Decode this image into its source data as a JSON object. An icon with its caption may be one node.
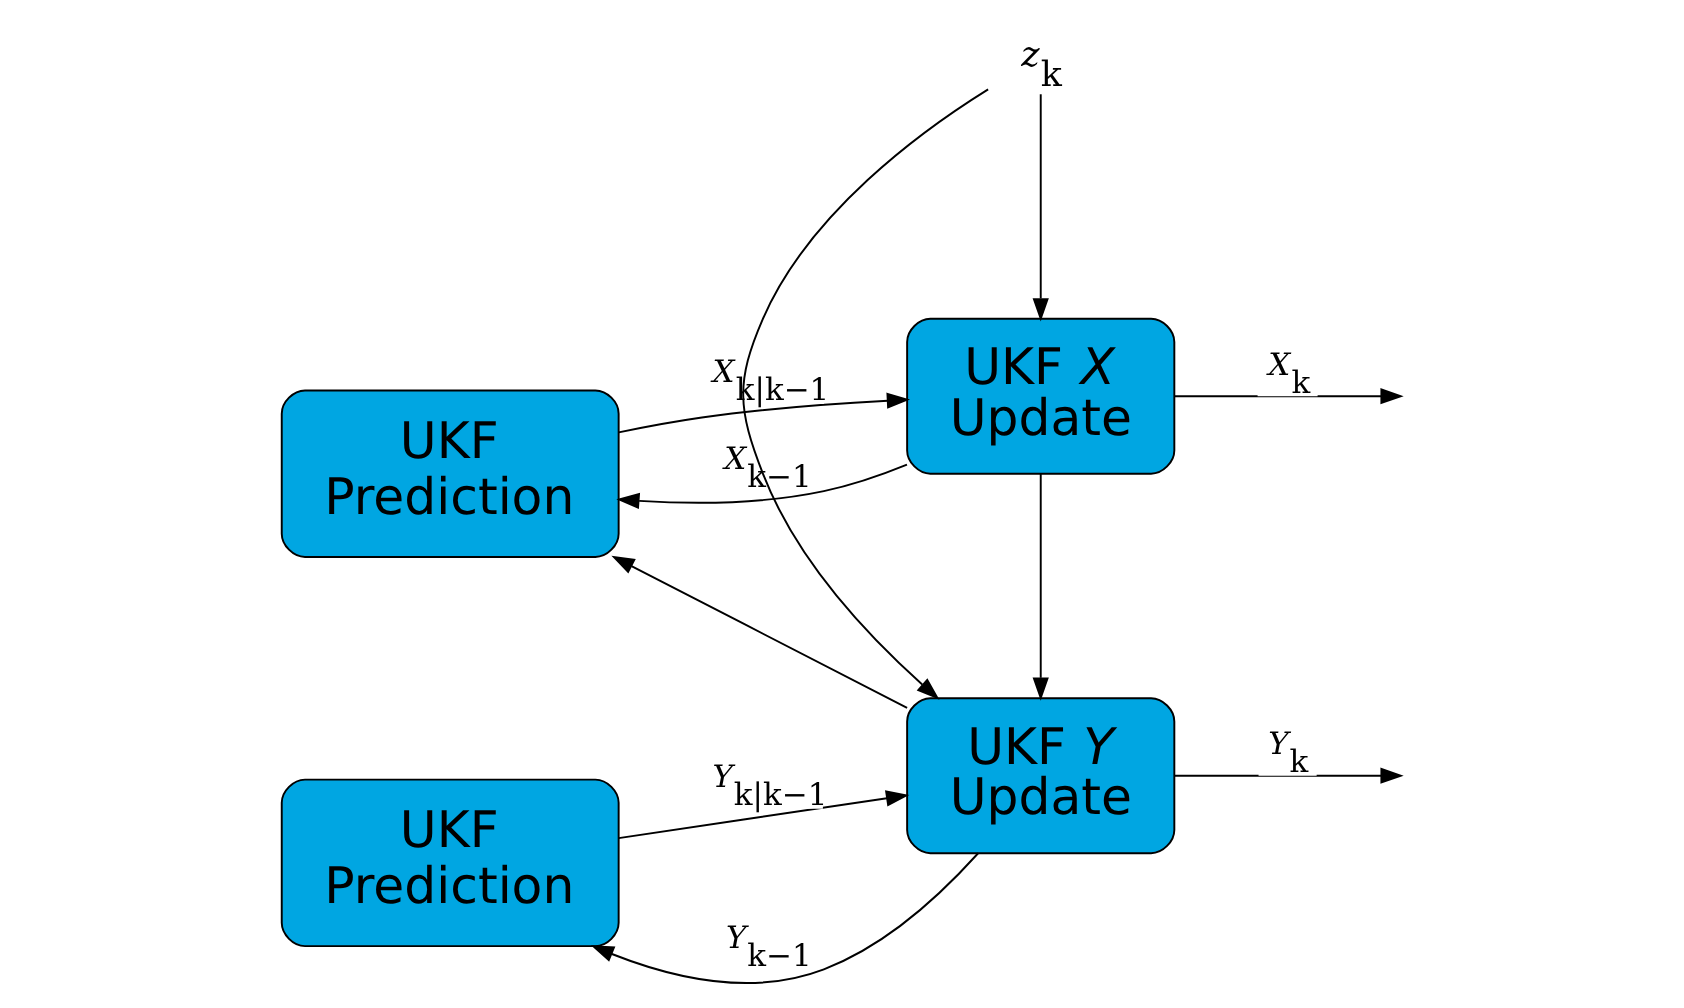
{
  "diagram": {
    "nodes": [
      {
        "text": [
          "UKF Prediction"
        ]
      },
      {
        "text": [
          "UKF *X* Update"
        ]
      },
      {
        "text": [
          "UKF Prediction"
        ]
      },
      {
        "text": [
          "UKF *Y* Update"
        ]
      },
      {
        "text": [
          "*z*$_{k}$"
        ]
      }
    ],
    "edges": [
      {
        "from": 1,
        "to": 0,
        "arrow": "to",
        "label": "*X*$_{k−1}$"
      },
      {
        "from": 1,
        "to": 3,
        "arrow": "to"
      },
      {
        "from": 0,
        "to": 1,
        "arrow": "to",
        "label": "*X*$_{k|k−1}$"
      },
      {
        "from": 1,
        "to": null,
        "arrow": "to",
        "label": "*X*$_{k}$"
      },
      {
        "from": 3,
        "to": 2,
        "arrow": "to",
        "label": "*Y*$_{k−1}$"
      },
      {
        "from": 3,
        "to": 0,
        "arrow": "to"
      },
      {
        "from": 2,
        "to": 3,
        "arrow": "to",
        "label": "*Y*$_{k|k−1}$"
      },
      {
        "from": 3,
        "to": null,
        "arrow": "to",
        "label": "*Y*$_{k}$"
      },
      {
        "from": 4,
        "to": 1,
        "arrow": "to"
      },
      {
        "from": 4,
        "to": 3,
        "arrow": "to"
      }
    ]
  }
}
